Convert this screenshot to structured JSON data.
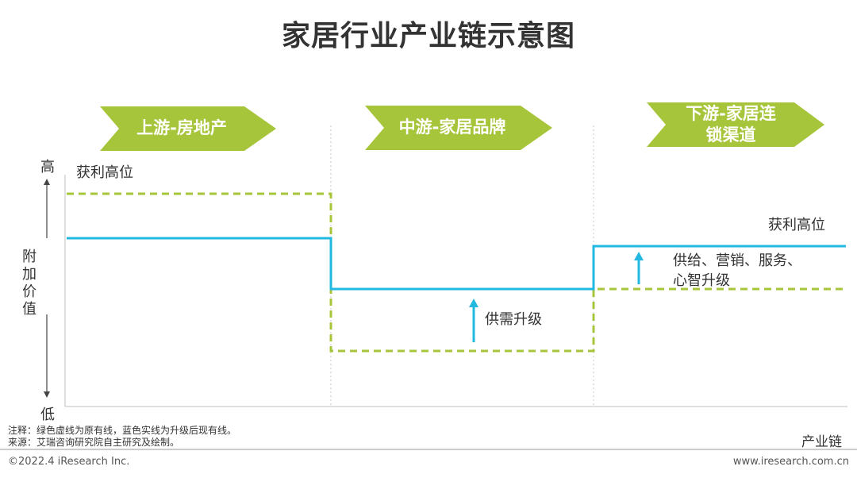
{
  "title": "家居行业产业链示意图",
  "stages": [
    {
      "label": "上游-房地产"
    },
    {
      "label": "中游-家居品牌"
    },
    {
      "label": "下游-家居连锁渠道",
      "lines": [
        "下游-家居连",
        "锁渠道"
      ]
    }
  ],
  "y_axis": {
    "top": "高",
    "bottom": "低",
    "label_chars": [
      "附",
      "加",
      "价",
      "值"
    ]
  },
  "x_axis_label": "产业链",
  "annotations": {
    "profit_left": "获利高位",
    "profit_right": "获利高位",
    "mid_upgrade": "供需升级",
    "down_upgrade_lines": [
      "供给、营销、服务、",
      "心智升级"
    ]
  },
  "notes": [
    "注释：绿色虚线为原有线，蓝色实线为升级后现有线。",
    "来源：艾瑞咨询研究院自主研究及绘制。"
  ],
  "footer": {
    "copyright": "©2022.4 iResearch Inc.",
    "website": "www.iresearch.com.cn"
  },
  "colors": {
    "green": "#a7c53b",
    "blue": "#22b8e0",
    "text": "#333333"
  }
}
